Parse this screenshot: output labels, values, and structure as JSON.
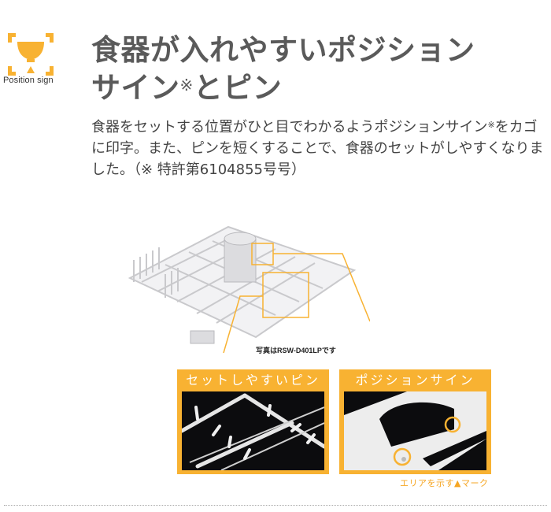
{
  "badge": {
    "icon": "bowl-position-icon",
    "caption": "Position sign",
    "accent_color": "#f8b232"
  },
  "heading": {
    "line1": "食器が入れやすいポジション",
    "line2_pre": "サイン",
    "line2_mark": "※",
    "line2_post": "とピン"
  },
  "description": {
    "part1": "食器をセットする位置がひと目でわかるようポジションサイン",
    "mark": "※",
    "part2": "をカゴに印字。また、ピンを短くすることで、食器のセットがしやすくなりました。（※ 特許第6104855号号）"
  },
  "figure": {
    "photo_note": "写真はRSW-D401LPです",
    "panels": [
      {
        "title": "セットしやすいピン"
      },
      {
        "title": "ポジションサイン"
      }
    ],
    "mark_caption": "エリアを示す▲マーク"
  },
  "colors": {
    "accent": "#f8b232",
    "heading": "#5a5a5a",
    "body_text": "#444444",
    "caption": "#f6a623"
  }
}
